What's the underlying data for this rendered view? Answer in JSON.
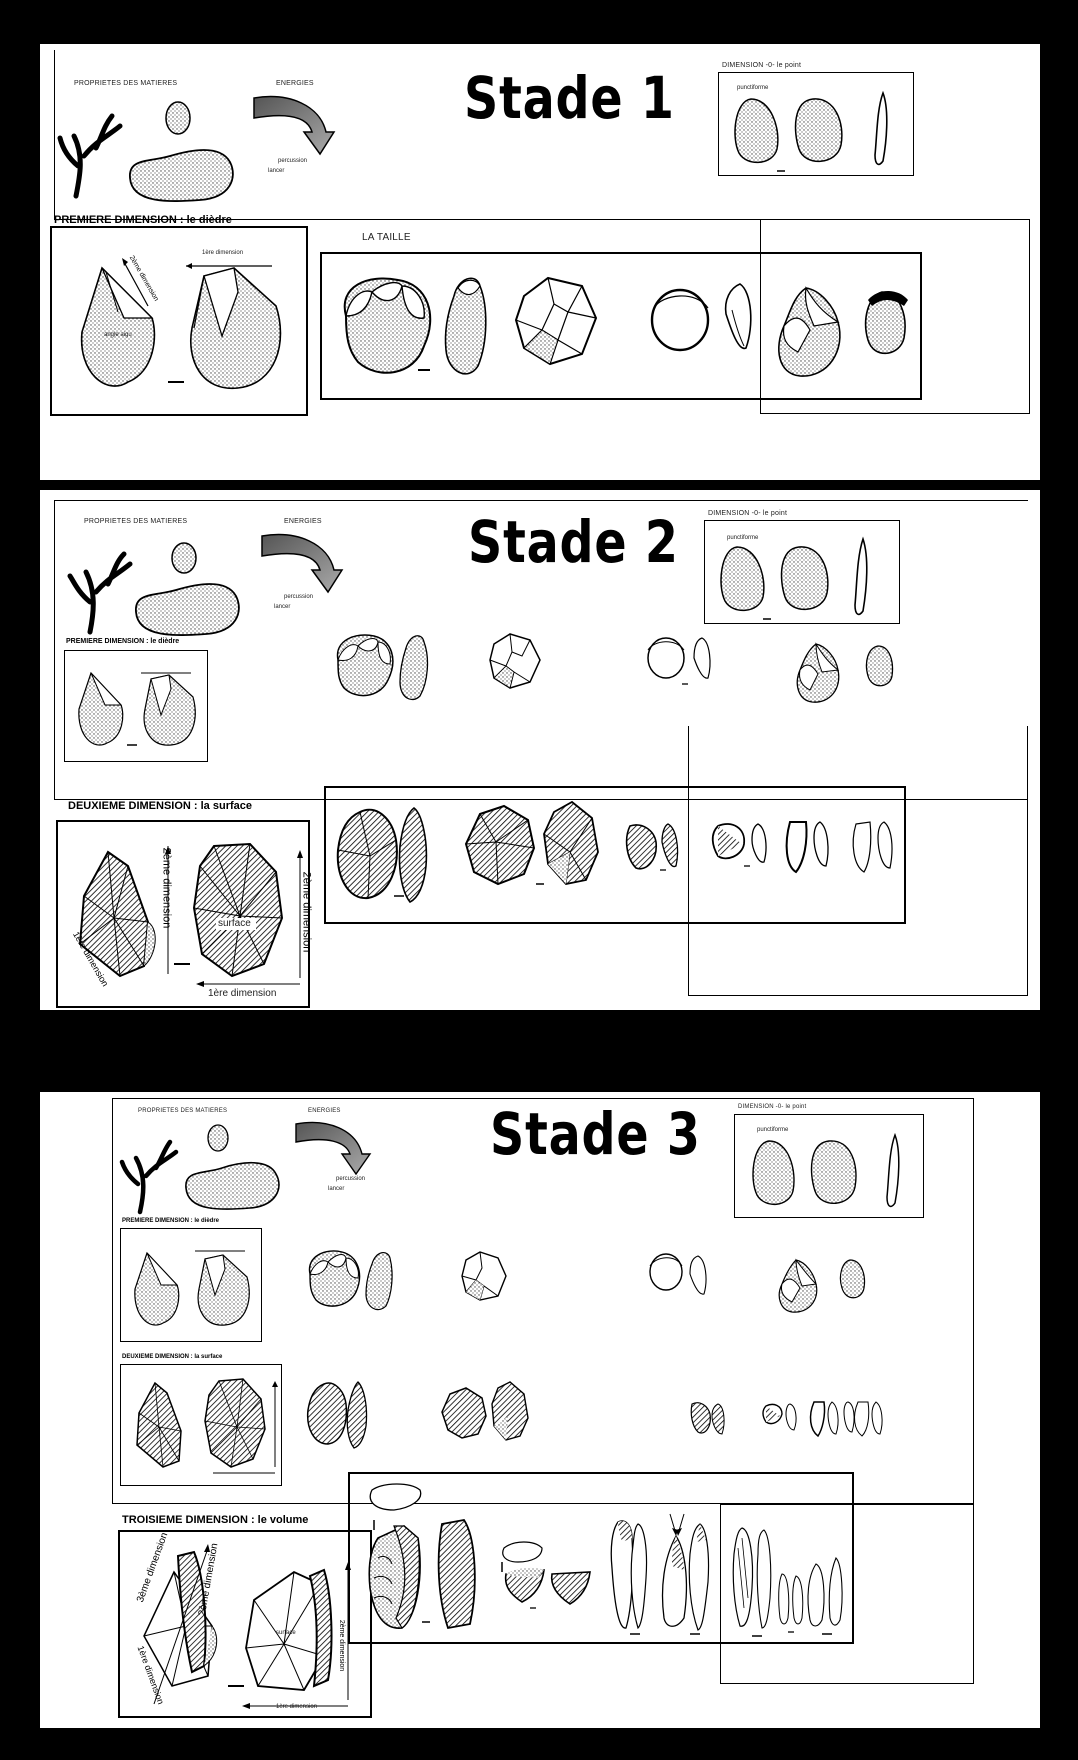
{
  "stages": {
    "s1": {
      "title": "Stade 1"
    },
    "s2": {
      "title": "Stade 2"
    },
    "s3": {
      "title": "Stade 3"
    }
  },
  "labels": {
    "proprietes": "PROPRIETES DES MATIERES",
    "energies": "ENERGIES",
    "percussion": "percussion",
    "lancer": "lancer",
    "dimension0": "DIMENSION -0- le point",
    "punctiforme": "punctiforme",
    "premiere": "PREMIERE DIMENSION : le dièdre",
    "premiere_small": "PREMIERE DIMENSION : le dièdre",
    "deuxieme": "DEUXIEME DIMENSION : la surface",
    "deuxieme_small": "DEUXIEME DIMENSION : la surface",
    "troisieme": "TROISIEME DIMENSION : le volume",
    "la_taille": "LA TAILLE",
    "premiere_dimension": "1ère dimension",
    "deuxieme_dimension": "2ème dimension",
    "troisieme_dimension": "3ème dimension",
    "angle_aigu": "angle aigu",
    "surface": "surface"
  },
  "colors": {
    "frame": "#000000",
    "panel": "#ffffff",
    "stipple": "#b9b9b9",
    "arrow_fill": "#8a8a8a"
  }
}
